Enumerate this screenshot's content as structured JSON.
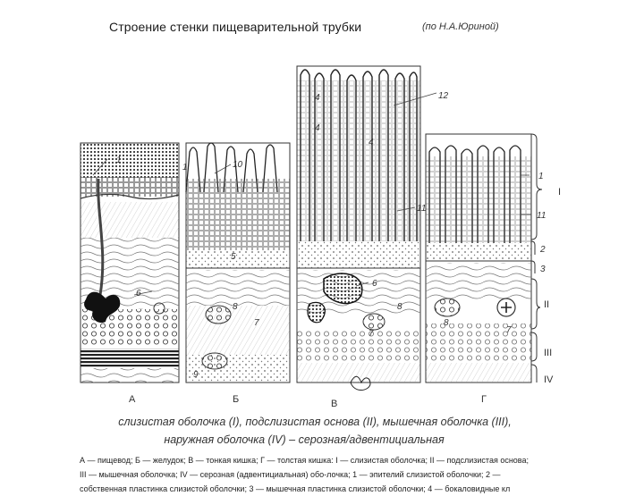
{
  "header": {
    "title": "Строение стенки пищеварительной трубки",
    "subtitle": "(по Н.А.Юриной)"
  },
  "panels": [
    {
      "letter": "А"
    },
    {
      "letter": "Б"
    },
    {
      "letter": "В"
    },
    {
      "letter": "Г"
    }
  ],
  "callouts": {
    "n1a": "1",
    "n1b": "1",
    "n1c": "1",
    "n10": "10",
    "n12": "12",
    "n4a": "4",
    "n4b": "4",
    "n4c": "4",
    "n11a": "11",
    "n11b": "11",
    "n2": "2",
    "n3": "3",
    "n5": "5",
    "n6a": "6",
    "n6b": "6",
    "n7a": "7",
    "n7b": "7",
    "n7c": "7",
    "n8a": "8",
    "n8b": "8",
    "n8c": "8",
    "n9": "9"
  },
  "layers": [
    "I",
    "II",
    "III",
    "IV"
  ],
  "captions": {
    "line1": "слизистая оболочка (I), подслизистая основа (II), мышечная оболочка (III),",
    "line2": "наружная оболочка (IV) – серозная/адвентициальная"
  },
  "legend": {
    "line1": "А — пищевод; Б — желудок; В — тонкая кишка; Г — толстая кишка: I — слизистая оболочка; II — подслизистая основа;",
    "line2": "III — мышечная оболочка; IV — серозная (адвентициальная) обо-лочка; 1 — эпителий слизистой оболочки; 2 —",
    "line3": "собственная пластинка слизистой оболочки; 3 — мышечная пластинка слизистой оболочки; 4 — бокаловидные кл"
  }
}
